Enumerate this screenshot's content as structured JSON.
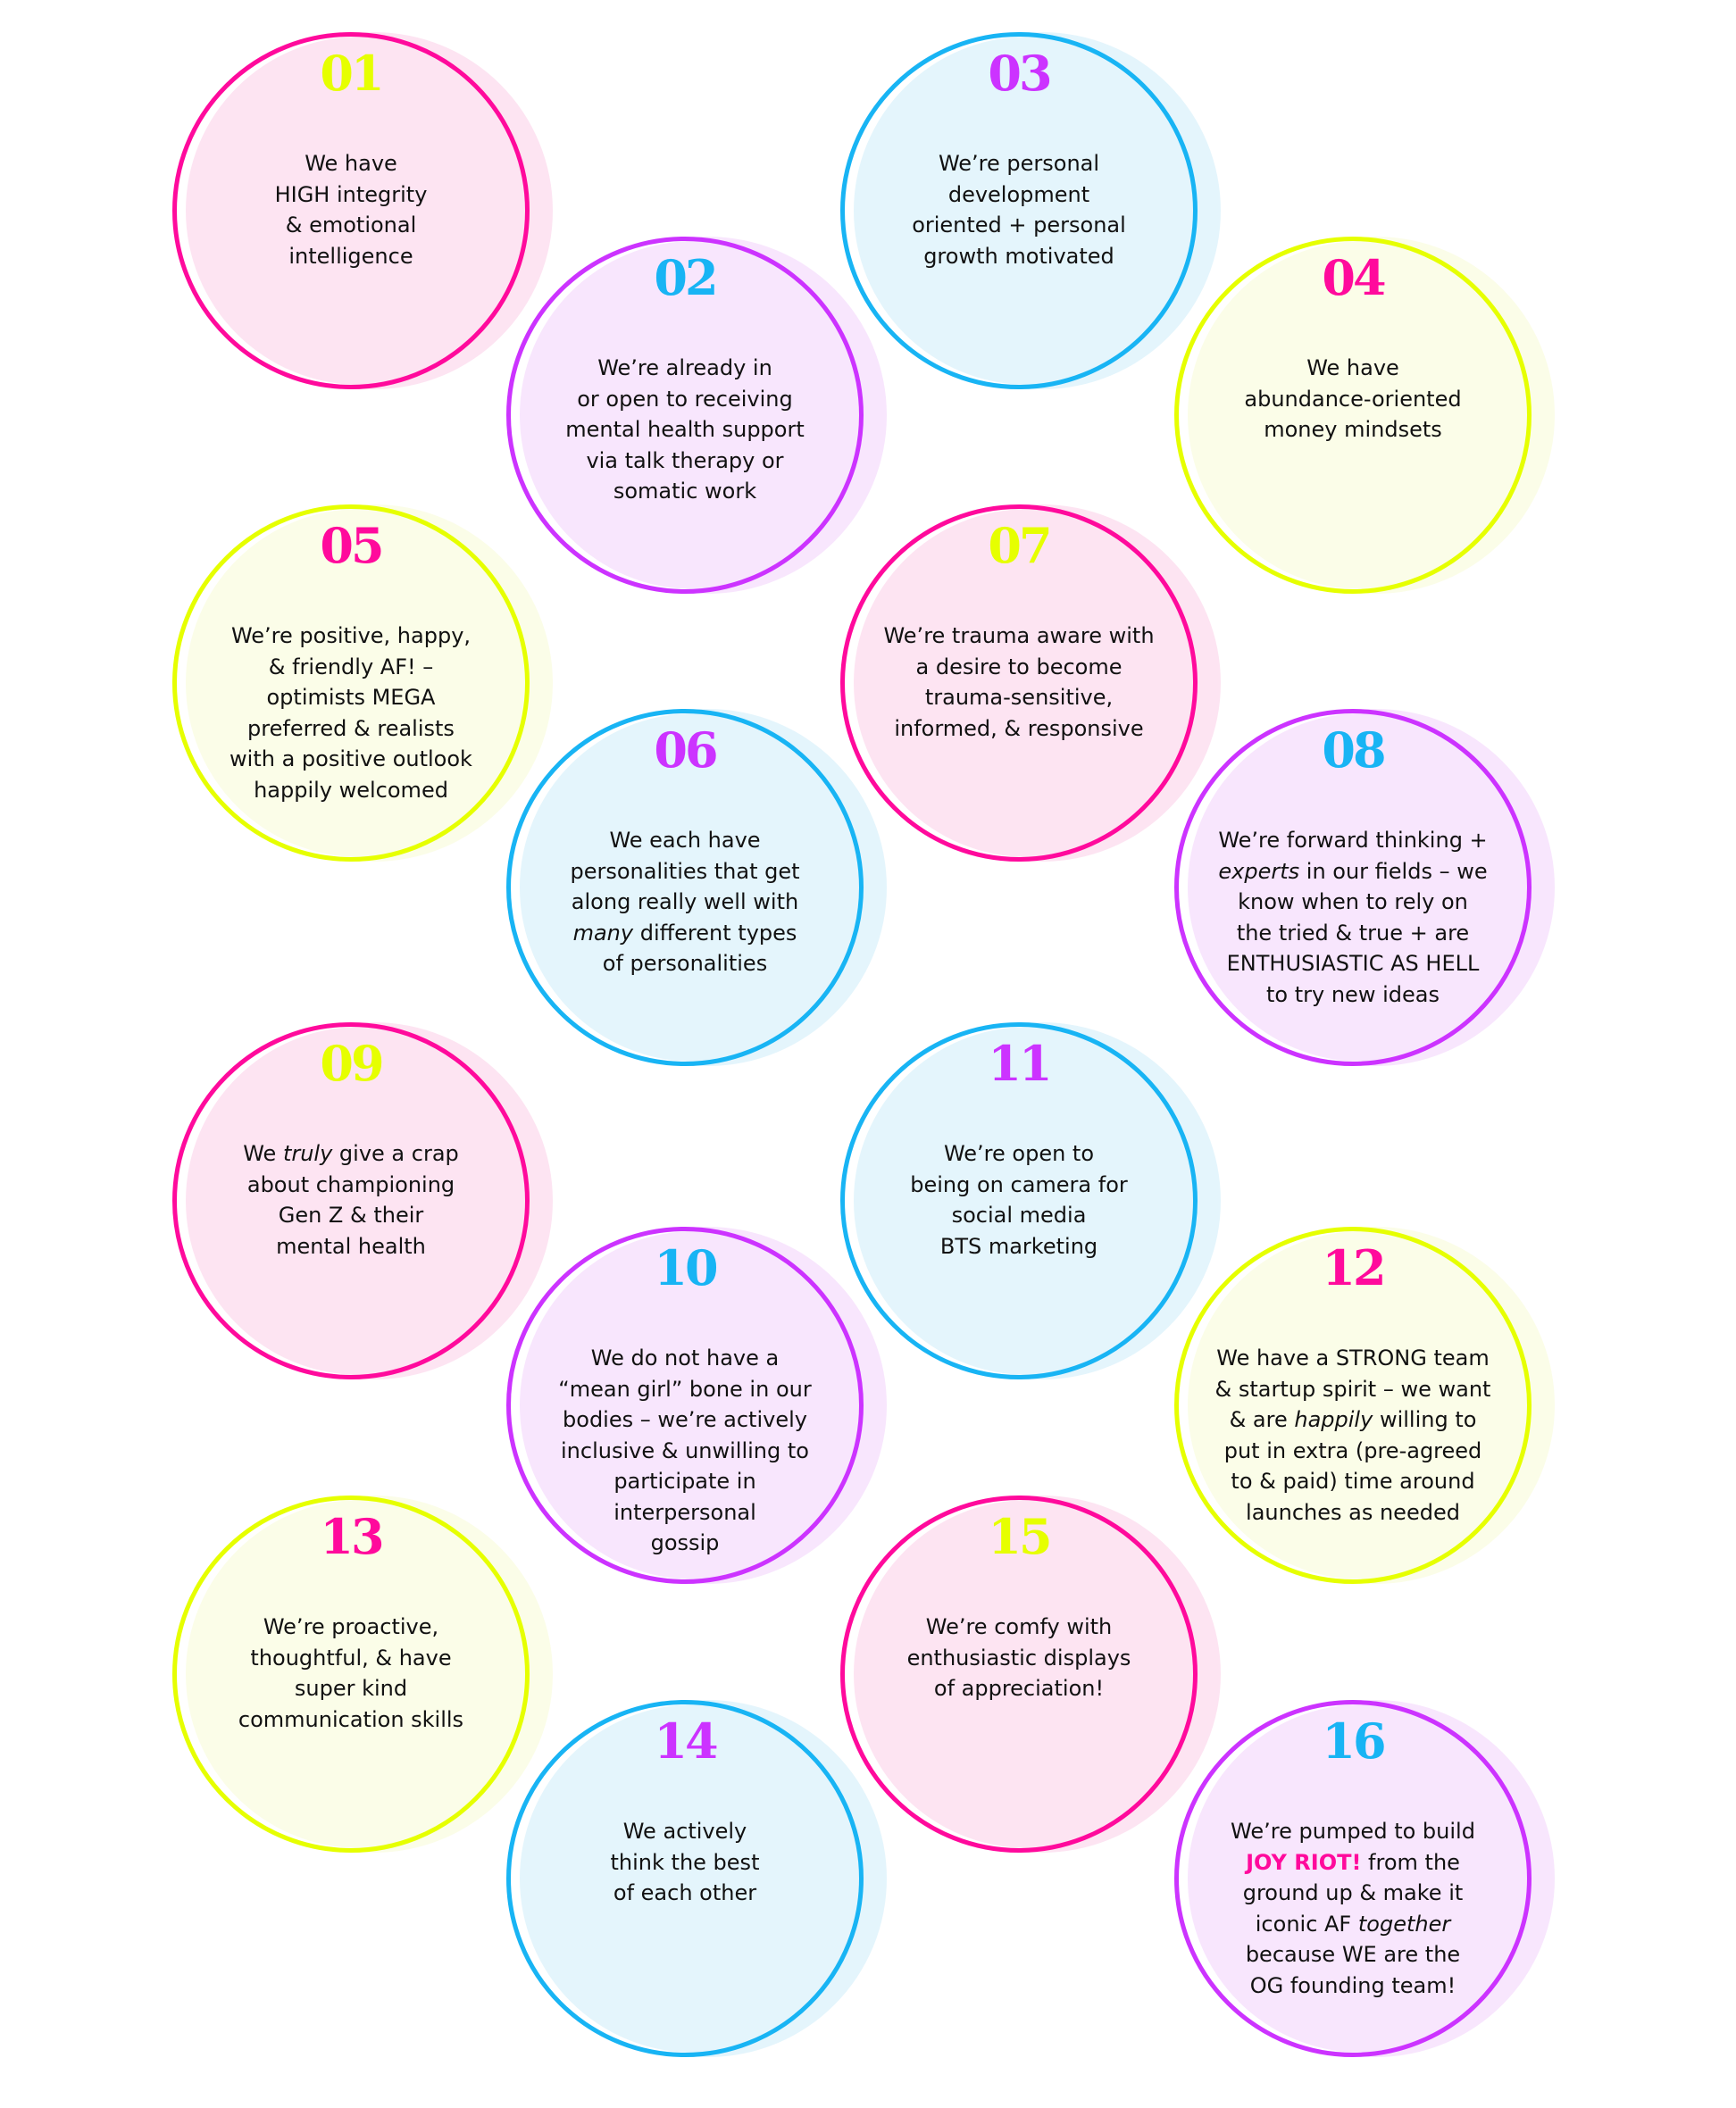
{
  "colors": {
    "pink": "#ff0a9c",
    "purple": "#cc33ff",
    "blue": "#18b4f4",
    "yellow": "#e6ff00",
    "fill_pink": "#fde4f2",
    "fill_purple": "#f8e6fd",
    "fill_blue": "#e4f5fc",
    "fill_yellow": "#fbfde8"
  },
  "items": [
    {
      "number": "01",
      "ring": "pink",
      "num_color": "yellow",
      "lines": [
        [
          {
            "t": "We have"
          }
        ],
        [
          {
            "t": "HIGH integrity"
          }
        ],
        [
          {
            "t": "& emotional"
          }
        ],
        [
          {
            "t": "intelligence"
          }
        ]
      ]
    },
    {
      "number": "02",
      "ring": "purple",
      "num_color": "blue",
      "lines": [
        [
          {
            "t": "We’re already in"
          }
        ],
        [
          {
            "t": "or open to receiving"
          }
        ],
        [
          {
            "t": "mental health support"
          }
        ],
        [
          {
            "t": "via talk therapy or"
          }
        ],
        [
          {
            "t": "somatic work"
          }
        ]
      ]
    },
    {
      "number": "03",
      "ring": "blue",
      "num_color": "purple",
      "lines": [
        [
          {
            "t": "We’re personal"
          }
        ],
        [
          {
            "t": "development"
          }
        ],
        [
          {
            "t": "oriented + personal"
          }
        ],
        [
          {
            "t": "growth motivated"
          }
        ]
      ]
    },
    {
      "number": "04",
      "ring": "yellow",
      "num_color": "pink",
      "lines": [
        [
          {
            "t": "We have"
          }
        ],
        [
          {
            "t": "abundance-oriented"
          }
        ],
        [
          {
            "t": "money mindsets"
          }
        ]
      ]
    },
    {
      "number": "05",
      "ring": "yellow",
      "num_color": "pink",
      "lines": [
        [
          {
            "t": "We’re positive, happy,"
          }
        ],
        [
          {
            "t": "& friendly AF! –"
          }
        ],
        [
          {
            "t": "optimists MEGA"
          }
        ],
        [
          {
            "t": "preferred & realists"
          }
        ],
        [
          {
            "t": "with a positive outlook"
          }
        ],
        [
          {
            "t": "happily welcomed"
          }
        ]
      ]
    },
    {
      "number": "06",
      "ring": "blue",
      "num_color": "purple",
      "lines": [
        [
          {
            "t": "We each have"
          }
        ],
        [
          {
            "t": "personalities that get"
          }
        ],
        [
          {
            "t": "along really well with"
          }
        ],
        [
          {
            "t": "many",
            "s": "em"
          },
          {
            "t": " different types"
          }
        ],
        [
          {
            "t": "of personalities"
          }
        ]
      ]
    },
    {
      "number": "07",
      "ring": "pink",
      "num_color": "yellow",
      "lines": [
        [
          {
            "t": "We’re trauma aware with"
          }
        ],
        [
          {
            "t": "a desire to become"
          }
        ],
        [
          {
            "t": "trauma-sensitive,"
          }
        ],
        [
          {
            "t": "informed, & responsive"
          }
        ]
      ]
    },
    {
      "number": "08",
      "ring": "purple",
      "num_color": "blue",
      "lines": [
        [
          {
            "t": "We’re forward thinking +"
          }
        ],
        [
          {
            "t": "experts",
            "s": "em"
          },
          {
            "t": " in our fields – we"
          }
        ],
        [
          {
            "t": "know when to rely on"
          }
        ],
        [
          {
            "t": "the tried & true + are"
          }
        ],
        [
          {
            "t": "ENTHUSIASTIC AS HELL"
          }
        ],
        [
          {
            "t": "to try new ideas"
          }
        ]
      ]
    },
    {
      "number": "09",
      "ring": "pink",
      "num_color": "yellow",
      "lines": [
        [
          {
            "t": "We "
          },
          {
            "t": "truly",
            "s": "em"
          },
          {
            "t": " give a crap"
          }
        ],
        [
          {
            "t": "about championing"
          }
        ],
        [
          {
            "t": "Gen Z & their"
          }
        ],
        [
          {
            "t": "mental health"
          }
        ]
      ]
    },
    {
      "number": "10",
      "ring": "purple",
      "num_color": "blue",
      "lines": [
        [
          {
            "t": "We do not have a"
          }
        ],
        [
          {
            "t": "“mean girl” bone in our"
          }
        ],
        [
          {
            "t": "bodies – we’re actively"
          }
        ],
        [
          {
            "t": "inclusive & unwilling to"
          }
        ],
        [
          {
            "t": "participate in"
          }
        ],
        [
          {
            "t": "interpersonal"
          }
        ],
        [
          {
            "t": "gossip"
          }
        ]
      ]
    },
    {
      "number": "11",
      "ring": "blue",
      "num_color": "purple",
      "lines": [
        [
          {
            "t": "We’re open to"
          }
        ],
        [
          {
            "t": "being on camera for"
          }
        ],
        [
          {
            "t": "social media"
          }
        ],
        [
          {
            "t": "BTS marketing"
          }
        ]
      ]
    },
    {
      "number": "12",
      "ring": "yellow",
      "num_color": "pink",
      "lines": [
        [
          {
            "t": "We have a STRONG team"
          }
        ],
        [
          {
            "t": "& startup spirit – we want"
          }
        ],
        [
          {
            "t": "& are "
          },
          {
            "t": "happily",
            "s": "em"
          },
          {
            "t": " willing to"
          }
        ],
        [
          {
            "t": "put in extra (pre-agreed"
          }
        ],
        [
          {
            "t": "to & paid) time around"
          }
        ],
        [
          {
            "t": "launches as needed"
          }
        ]
      ]
    },
    {
      "number": "13",
      "ring": "yellow",
      "num_color": "pink",
      "lines": [
        [
          {
            "t": "We’re proactive,"
          }
        ],
        [
          {
            "t": "thoughtful, & have"
          }
        ],
        [
          {
            "t": "super kind"
          }
        ],
        [
          {
            "t": "communication skills"
          }
        ]
      ]
    },
    {
      "number": "14",
      "ring": "blue",
      "num_color": "purple",
      "lines": [
        [
          {
            "t": "We actively"
          }
        ],
        [
          {
            "t": "think the best"
          }
        ],
        [
          {
            "t": "of each other"
          }
        ]
      ]
    },
    {
      "number": "15",
      "ring": "pink",
      "num_color": "yellow",
      "lines": [
        [
          {
            "t": "We’re comfy with"
          }
        ],
        [
          {
            "t": "enthusiastic displays"
          }
        ],
        [
          {
            "t": "of appreciation!"
          }
        ]
      ]
    },
    {
      "number": "16",
      "ring": "purple",
      "num_color": "blue",
      "lines": [
        [
          {
            "t": "We’re pumped to build"
          }
        ],
        [
          {
            "t": "JOY RIOT!",
            "s": "brand"
          },
          {
            "t": " from the"
          }
        ],
        [
          {
            "t": "ground up & make it"
          }
        ],
        [
          {
            "t": "iconic AF "
          },
          {
            "t": "together",
            "s": "em"
          }
        ],
        [
          {
            "t": "because WE are the"
          }
        ],
        [
          {
            "t": "OG founding team!"
          }
        ]
      ]
    }
  ]
}
